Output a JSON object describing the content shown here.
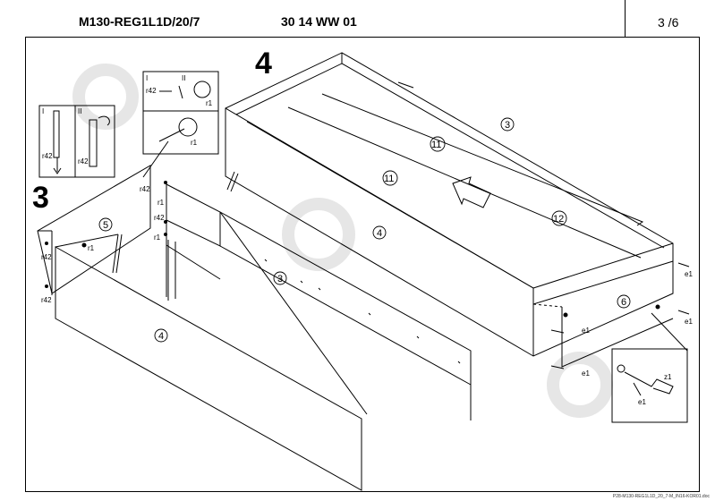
{
  "header": {
    "model_code": "M130-REG1L1D/20/7",
    "reference": "30 14 WW 01",
    "page": "3 /6"
  },
  "steps": {
    "step3": "3",
    "step4": "4"
  },
  "inset_roman": {
    "i": "I",
    "ii": "II"
  },
  "part_numbers": {
    "p3": "3",
    "p4": "4",
    "p5": "5",
    "p6": "6",
    "p11": "11",
    "p12": "12"
  },
  "hardware": {
    "r42": "r42",
    "r1": "r1",
    "e1": "e1",
    "z1": "z1"
  },
  "footer": "P28-M130-REG1L1D_20_7-M_IN16-KOR01.doc",
  "colors": {
    "line": "#000000",
    "bg": "#ffffff",
    "watermark": "#e6e6e6"
  }
}
